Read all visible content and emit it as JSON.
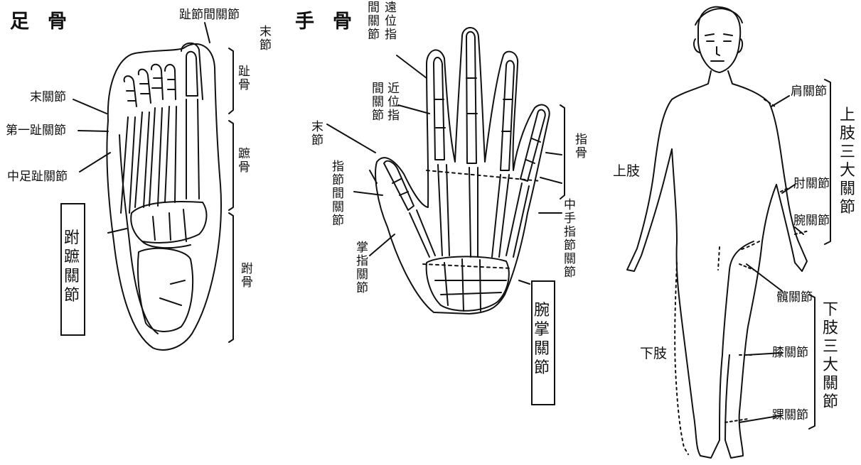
{
  "foot": {
    "title": "足骨",
    "labels": {
      "toe_ip": "趾節間關節",
      "distal": "末節",
      "toe_bone": "趾骨",
      "tip_joint": "末關節",
      "first_joint": "第一趾關節",
      "mid_joint": "中足趾關節",
      "metatarsal": "蹠骨",
      "tarsal": "跗骨",
      "tarsometatarsal": "跗蹠關節"
    }
  },
  "hand": {
    "title": "手骨",
    "labels": {
      "distal_ip_a": "遠位指",
      "distal_ip_b": "間關節",
      "proximal_ip_a": "近位指",
      "proximal_ip_b": "間關節",
      "distal_phalanx": "末節",
      "finger_ip": "指節間關節",
      "finger_bone": "指骨",
      "metacarpophalangeal": "掌指關節",
      "mid_finger_joint": "中手指節關節",
      "carpometacarpal": "腕掌關節"
    }
  },
  "body": {
    "upper_limb": "上肢",
    "lower_limb": "下肢",
    "shoulder": "肩關節",
    "elbow": "肘關節",
    "wrist": "腕關節",
    "hip": "髖關節",
    "knee": "膝關節",
    "ankle": "踝關節",
    "upper_three": "上肢三大關節",
    "lower_three": "下肢三大關節"
  }
}
